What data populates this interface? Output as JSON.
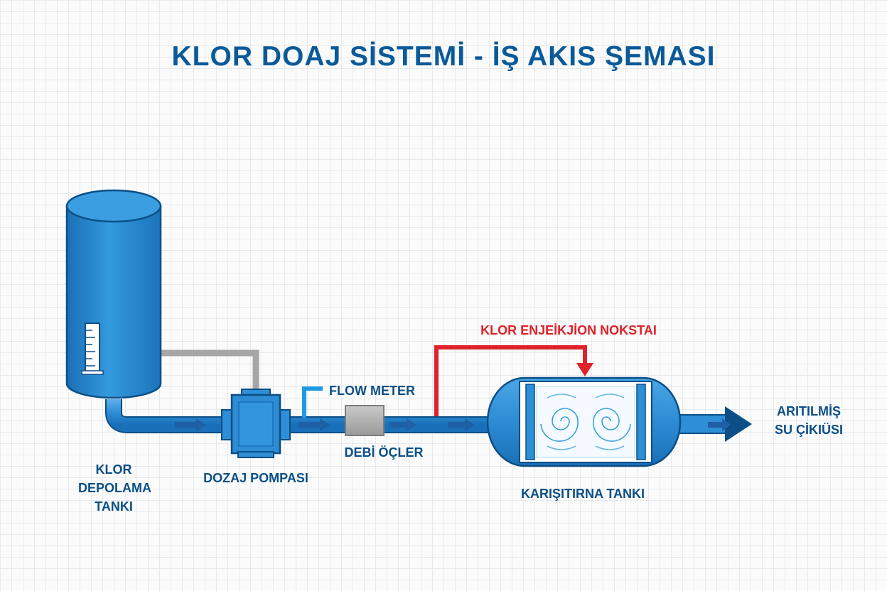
{
  "title": "KLOR DOAJ SİSTEMİ - İŞ AKIS ŞEMASI",
  "labels": {
    "storage_tank": [
      "KLOR",
      "DEPOLAMA",
      "TANKI"
    ],
    "dosing_pump": "DOZAJ POMPASI",
    "flow_meter_en": "FLOW METER",
    "flow_meter_tr": "DEBİ ÖÇLER",
    "injection_point": "KLOR ENJEİKJİON NOKSTAI",
    "mixing_tank": "KARIŞITIRNA TANKI",
    "outlet": [
      "ARITILMİŞ",
      "SU ÇİKIÜSI"
    ]
  },
  "colors": {
    "title": "#0a5a9a",
    "label": "#0b4f86",
    "water_blue": "#2e8fd6",
    "dark_blue": "#0b4f86",
    "flow_arrow": "#1f5fa6",
    "chlorine_red": "#e0202a",
    "signal_gray": "#a6a6a6",
    "flow_meter_signal": "#1e9be0"
  },
  "icons": [
    "cylinder-storage-tank",
    "level-gauge",
    "pump-body",
    "flow-meter-box",
    "mixing-vortex",
    "outlet-arrow"
  ]
}
